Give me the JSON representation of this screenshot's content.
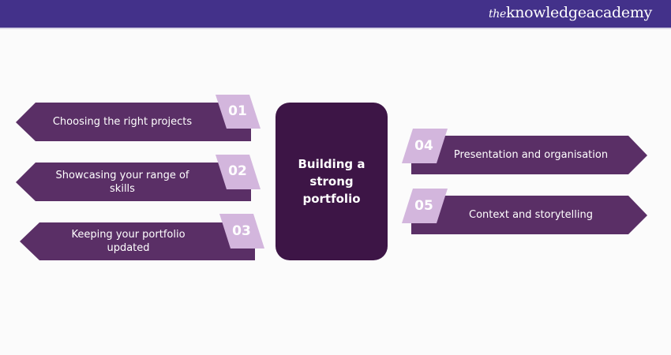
{
  "header": {
    "logo_prefix": "the",
    "logo_text": "knowledgeacademy"
  },
  "center": {
    "title": "Building a strong portfolio"
  },
  "items": [
    {
      "number": "01",
      "label": "Choosing the right projects"
    },
    {
      "number": "02",
      "label": "Showcasing your range of skills"
    },
    {
      "number": "03",
      "label": "Keeping your portfolio updated"
    },
    {
      "number": "04",
      "label": "Presentation and organisation"
    },
    {
      "number": "05",
      "label": "Context and storytelling"
    }
  ],
  "colors": {
    "header": "#43318a",
    "arrow": "#5a2f66",
    "badge": "#d3b6dd",
    "center": "#3d1546"
  }
}
